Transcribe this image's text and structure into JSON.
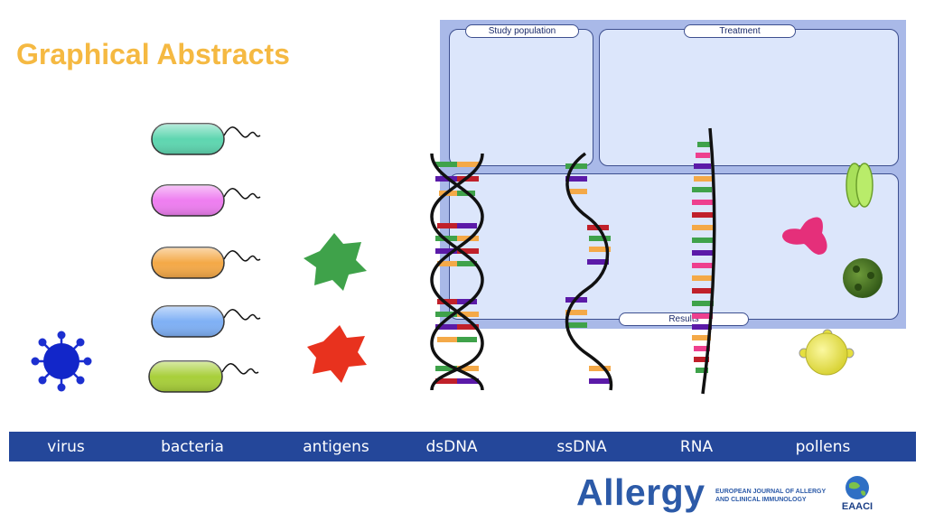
{
  "title": "Graphical Abstracts",
  "template": {
    "study_population": "Study population",
    "treatment": "Treatment",
    "results": "Results"
  },
  "categories": [
    "virus",
    "bacteria",
    "antigens",
    "dsDNA",
    "ssDNA",
    "RNA",
    "pollens"
  ],
  "bacteria_colors": [
    "#5ed6b0",
    "#ee7ef0",
    "#f4a948",
    "#7fb0f5",
    "#a8cf3a"
  ],
  "antigen_colors": [
    "#3fa24a",
    "#e8321e"
  ],
  "logo": {
    "allergy": "Allergy",
    "journal_line1": "EUROPEAN JOURNAL OF ALLERGY",
    "journal_line2": "AND CLINICAL IMMUNOLOGY",
    "eaaci": "EAACI"
  }
}
